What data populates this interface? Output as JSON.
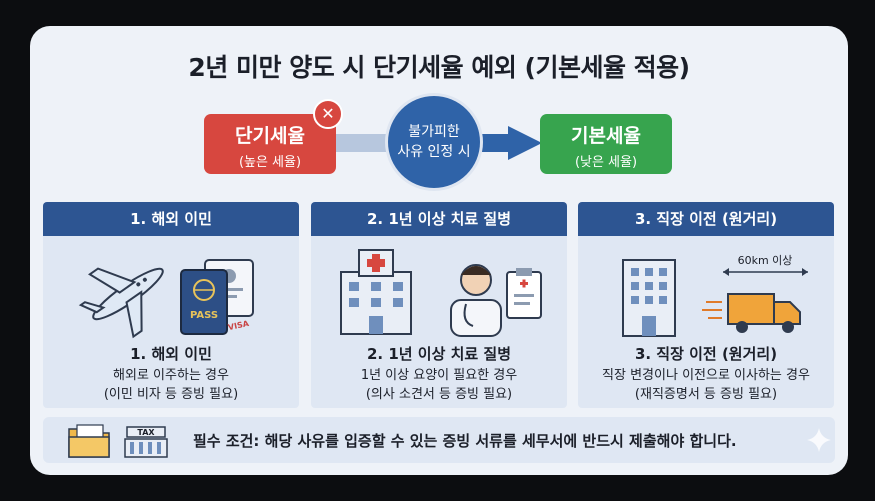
{
  "title": "2년 미만 양도 시 단기세율 예외 (기본세율 적용)",
  "flow": {
    "left_box": {
      "label": "단기세율",
      "sub": "(높은 세율)",
      "color": "#d7473f"
    },
    "middle": {
      "line1": "불가피한",
      "line2": "사유 인정 시",
      "color": "#2f63a8"
    },
    "right_box": {
      "label": "기본세율",
      "sub": "(낮은 세율)",
      "color": "#37a44e"
    },
    "x_mark": "✕"
  },
  "columns": [
    {
      "header": "1. 해외 이민",
      "title": "1. 해외 이민",
      "line1": "해외로 이주하는 경우",
      "line2": "(이민 비자 등 증빙 필요)",
      "passport": "PASS",
      "stamp": "VISA"
    },
    {
      "header": "2. 1년 이상 치료 질병",
      "title": "2. 1년 이상 치료 질병",
      "line1": "1년 이상 요양이 필요한 경우",
      "line2": "(의사 소견서 등 증빙 필요)"
    },
    {
      "header": "3. 직장 이전 (원거리)",
      "title": "3. 직장 이전 (원거리)",
      "line1": "직장 변경이나 이전으로 이사하는 경우",
      "line2": "(재직증명서 등 증빙 필요)",
      "distance": "60km 이상"
    }
  ],
  "note": {
    "text": "필수 조건: 해당 사유를 입증할 수 있는 증빙 서류를 세무서에 반드시 제출해야 합니다.",
    "tax_label": "TAX"
  },
  "colors": {
    "header_blue": "#2d5592",
    "panel": "#dfe7f3"
  }
}
